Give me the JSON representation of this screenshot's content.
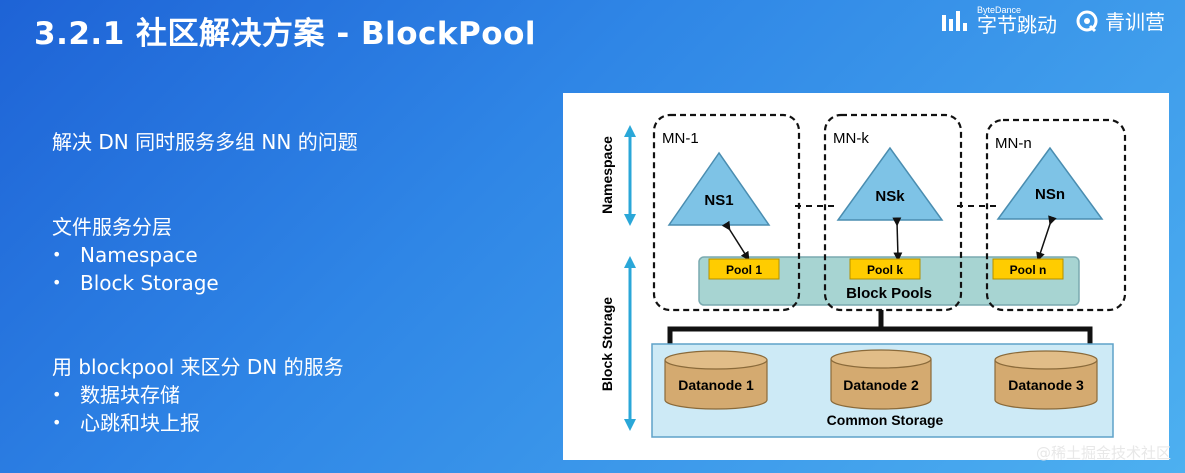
{
  "slide": {
    "title": "3.2.1 社区解决方案 - BlockPool",
    "brand": {
      "bytedance_small": "ByteDance",
      "bytedance_cn": "字节跳动",
      "qingxunying": "青训营"
    },
    "watermark": "@稀土掘金技术社区"
  },
  "content": {
    "intro": "解决 DN 同时服务多组 NN 的问题",
    "section1": {
      "heading": "文件服务分层",
      "bullets": [
        "Namespace",
        "Block Storage"
      ]
    },
    "section2": {
      "heading": "用 blockpool 来区分 DN 的服务",
      "bullets": [
        "数据块存储",
        "心跳和块上报"
      ]
    }
  },
  "diagram": {
    "namespace_axis_label": "Namespace",
    "storage_axis_label": "Block Storage",
    "mn_labels": [
      "MN-1",
      "MN-k",
      "MN-n"
    ],
    "ns_labels": [
      "NS1",
      "NSk",
      "NSn"
    ],
    "pool_labels": [
      "Pool 1",
      "Pool k",
      "Pool n"
    ],
    "block_pools_label": "Block Pools",
    "datanodes": [
      "Datanode 1",
      "Datanode 2",
      "Datanode 3"
    ],
    "common_storage_label": "Common Storage",
    "colors": {
      "triangle": "#7ec3e6",
      "pool": "#ffcc00",
      "band": "#a7d4d2",
      "storage": "#cdeaf6",
      "cylinder": "#d4aa70",
      "arrow": "#2aa7d8"
    }
  }
}
